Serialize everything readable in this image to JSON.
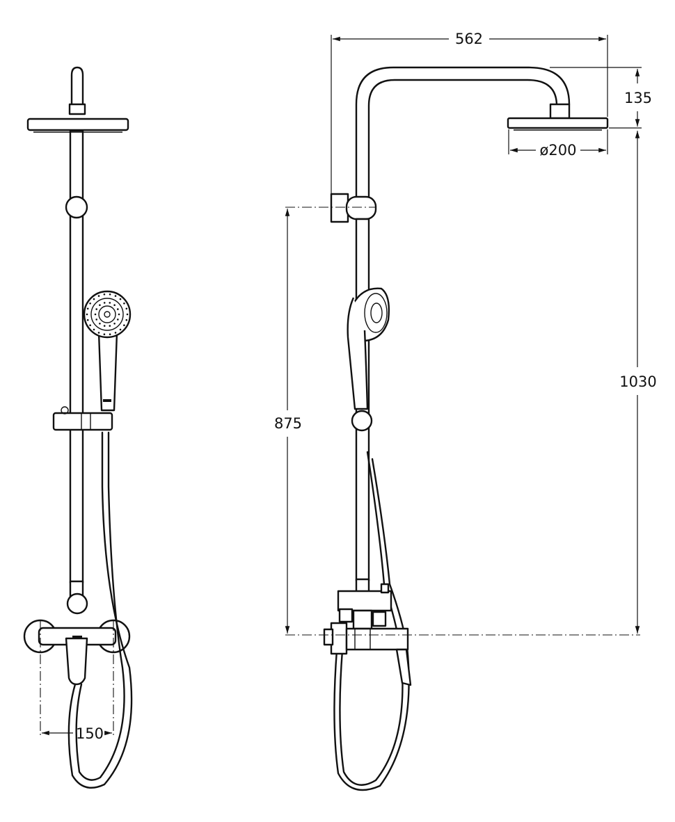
{
  "dimensions": {
    "overall_width": "562",
    "head_height": "135",
    "head_diameter": "ø200",
    "total_height": "1030",
    "support_height": "875",
    "inlet_spacing": "150"
  },
  "colors": {
    "line": "#111111",
    "background": "#ffffff"
  }
}
